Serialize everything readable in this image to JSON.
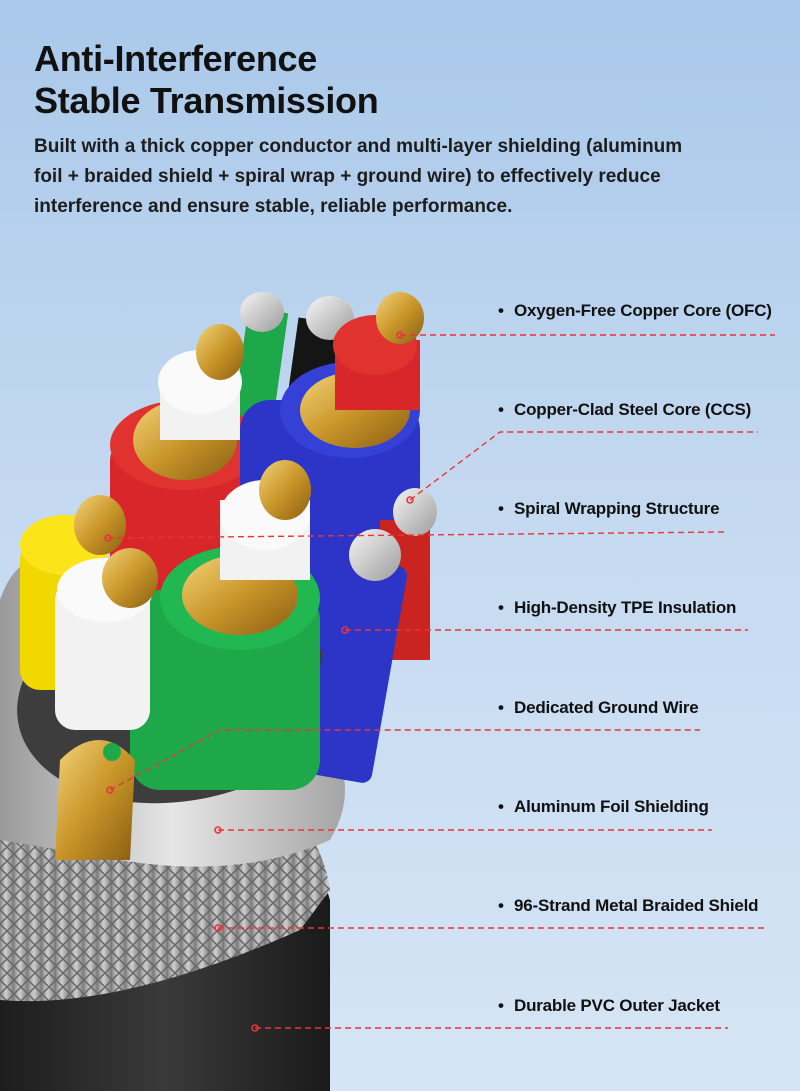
{
  "header": {
    "title_line1": "Anti-Interference",
    "title_line2": "Stable Transmission",
    "description_line1": "Built with a thick copper conductor and multi-layer shielding (aluminum",
    "description_line2": "foil + braided shield + spiral wrap + ground wire) to effectively reduce",
    "description_line3": "interference and ensure stable, reliable performance."
  },
  "features": [
    {
      "label": "Oxygen-Free Copper Core (OFC)"
    },
    {
      "label": "Copper-Clad Steel Core (CCS)"
    },
    {
      "label": "Spiral Wrapping Structure"
    },
    {
      "label": "High-Density TPE Insulation"
    },
    {
      "label": "Dedicated Ground Wire"
    },
    {
      "label": "Aluminum Foil Shielding"
    },
    {
      "label": "96-Strand Metal Braided Shield"
    },
    {
      "label": "Durable PVC Outer Jacket"
    }
  ],
  "bullet": "•",
  "colors": {
    "callout_line": "#e8353b",
    "jacket": "#2b2b2b",
    "copper": "#d4a22e",
    "red_insulation": "#d8262a",
    "blue_insulation": "#2c35c8",
    "green_insulation": "#1ea84a",
    "yellow_insulation": "#f1d800",
    "white_insulation": "#f2f2f2"
  },
  "icons": [
    "cable-cross-section-illustration"
  ]
}
